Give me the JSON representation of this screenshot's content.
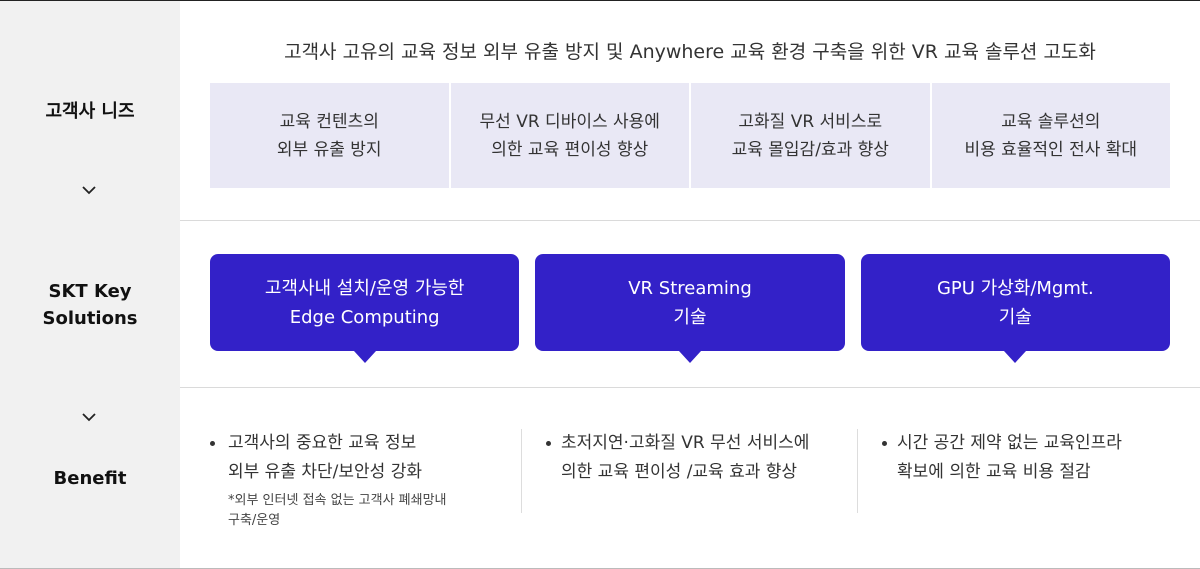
{
  "left_labels": {
    "needs": "고객사 니즈",
    "solutions_line1": "SKT Key",
    "solutions_line2": "Solutions",
    "benefit": "Benefit"
  },
  "headline": "고객사 고유의 교육 정보 외부 유출 방지 및 Anywhere 교육 환경 구축을 위한 VR 교육 솔루션 고도화",
  "needs": [
    {
      "line1": "교육 컨텐츠의",
      "line2": "외부 유출 방지"
    },
    {
      "line1": "무선 VR 디바이스 사용에",
      "line2": "의한 교육 편이성 향상"
    },
    {
      "line1": "고화질 VR 서비스로",
      "line2": "교육 몰입감/효과 향상"
    },
    {
      "line1": "교육 솔루션의",
      "line2": "비용 효율적인 전사 확대"
    }
  ],
  "solutions": [
    {
      "line1": "고객사내 설치/운영 가능한",
      "line2": "Edge Computing"
    },
    {
      "line1": "VR Streaming",
      "line2": "기술"
    },
    {
      "line1": "GPU 가상화/Mgmt.",
      "line2": "기술"
    }
  ],
  "benefits": [
    {
      "line1": "고객사의 중요한 교육 정보",
      "line2": "외부 유출 차단/보안성 강화",
      "note1": "*외부 인터넷 접속 없는 고객사 폐쇄망내",
      "note2": "구축/운영"
    },
    {
      "line1": "초저지연·고화질 VR 무선 서비스에",
      "line2": "의한 교육 편이성 /교육 효과 향상"
    },
    {
      "line1": "시간 공간 제약 없는 교육인프라",
      "line2": "확보에 의한 교육 비용 절감"
    }
  ],
  "colors": {
    "accent": "#3321c8",
    "need_bg": "#e9e8f5",
    "left_bg": "#f1f1f1"
  },
  "icons": {
    "chevron": "chevron-down-icon"
  }
}
